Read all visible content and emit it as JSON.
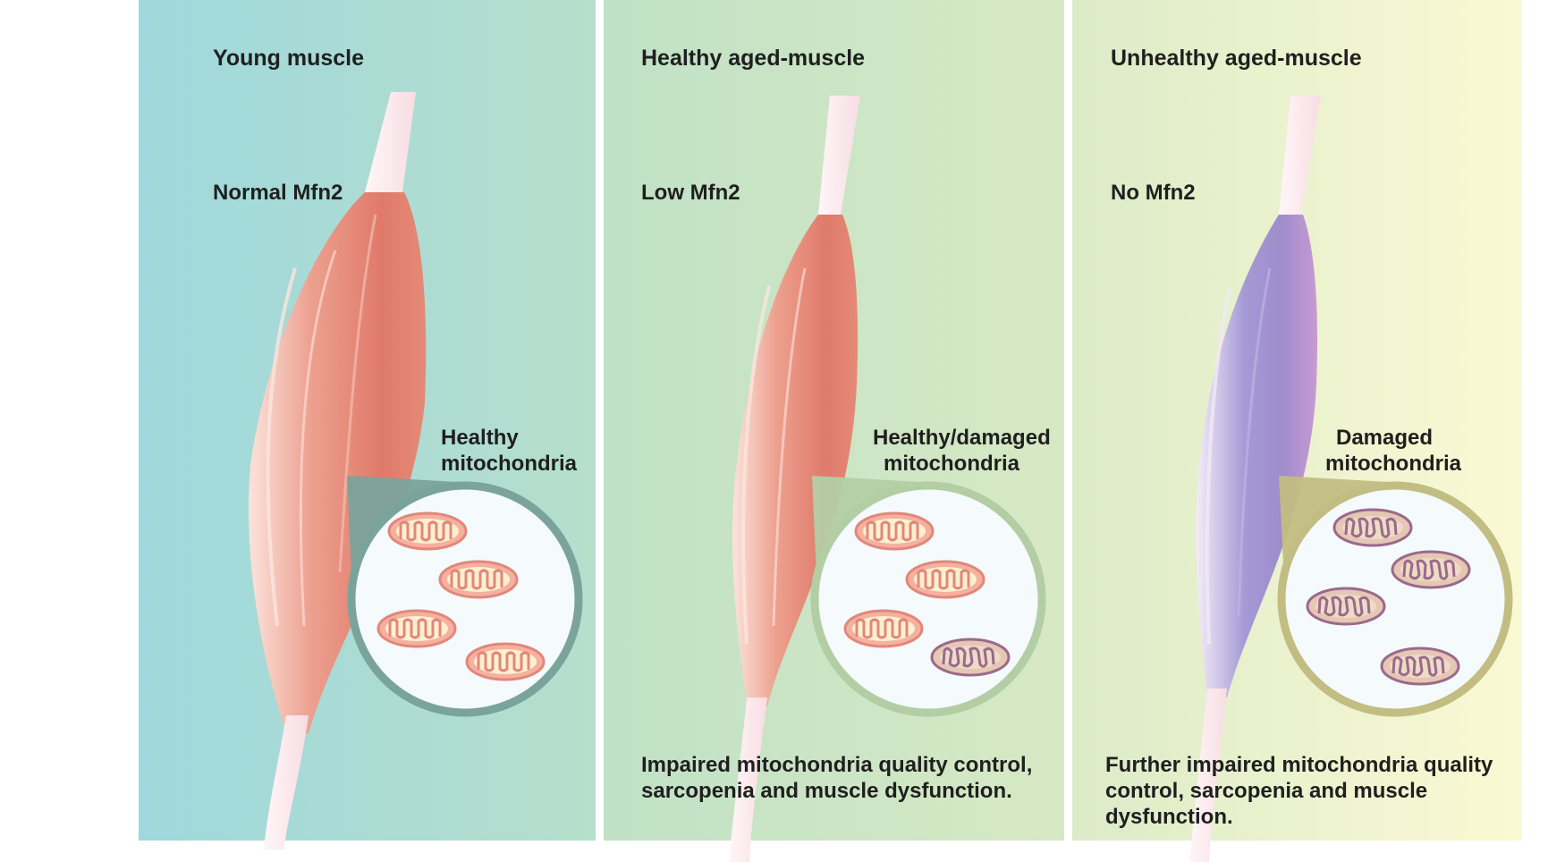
{
  "panels": [
    {
      "title": "Young muscle",
      "mfn2_label": "Normal Mfn2",
      "mito_label": [
        "Healthy",
        "mitochondria"
      ],
      "outcome": [],
      "colors": {
        "bg_from": "#9fd8dd",
        "bg_to": "#b6dfcc",
        "lens": "#7aa39b",
        "muscle": "#e0786a"
      }
    },
    {
      "title": "Healthy aged-muscle",
      "mfn2_label": "Low Mfn2",
      "mito_label": [
        "Healthy/damaged",
        "mitochondria"
      ],
      "outcome": [
        "Impaired mitochondria quality control,",
        "sarcopenia and muscle dysfunction."
      ],
      "colors": {
        "bg_from": "#c0e1c6",
        "bg_to": "#d7e9c4",
        "lens": "#b3cda5",
        "muscle": "#e0786a"
      }
    },
    {
      "title": "Unhealthy aged-muscle",
      "mfn2_label": "No Mfn2",
      "mito_label": [
        "Damaged",
        "mitochondria"
      ],
      "outcome": [
        "Further impaired mitochondria quality",
        "control, sarcopenia and muscle",
        "dysfunction."
      ],
      "colors": {
        "bg_from": "#dcebc8",
        "bg_to": "#fbf9d4",
        "lens": "#c2bd82",
        "muscle": "#b084c4"
      }
    }
  ]
}
